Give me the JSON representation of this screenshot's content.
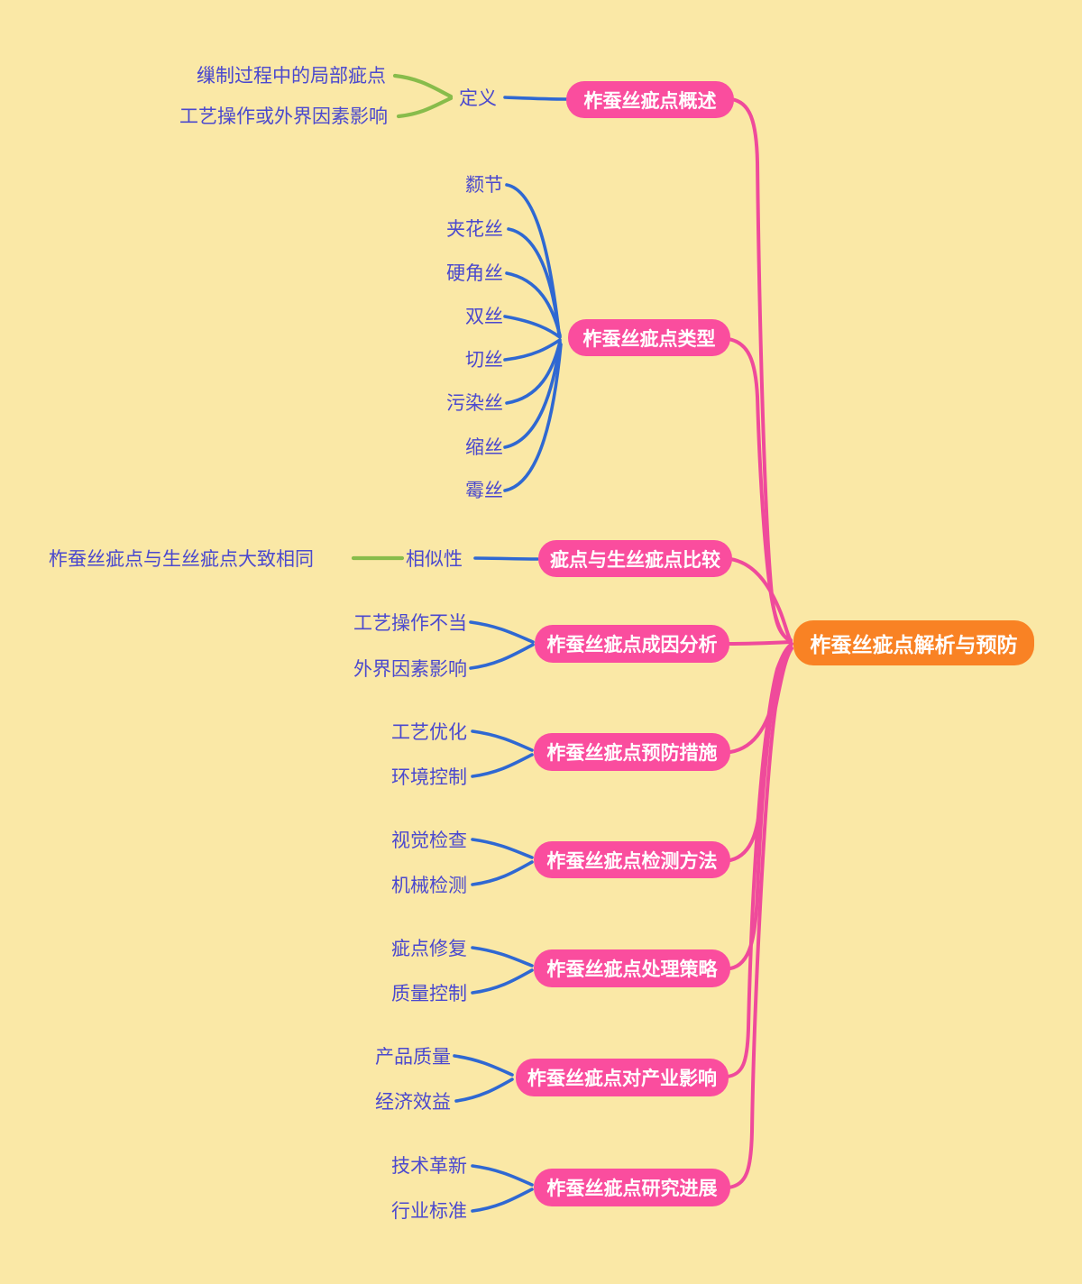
{
  "root": {
    "label": "柞蚕丝疵点解析与预防"
  },
  "branches": [
    {
      "label": "柞蚕丝疵点概述",
      "children": [
        {
          "label": "定义",
          "children": [
            {
              "label": "缫制过程中的局部疵点"
            },
            {
              "label": "工艺操作或外界因素影响"
            }
          ]
        }
      ]
    },
    {
      "label": "柞蚕丝疵点类型",
      "children": [
        {
          "label": "颣节"
        },
        {
          "label": "夹花丝"
        },
        {
          "label": "硬角丝"
        },
        {
          "label": "双丝"
        },
        {
          "label": "切丝"
        },
        {
          "label": "污染丝"
        },
        {
          "label": "缩丝"
        },
        {
          "label": "霉丝"
        }
      ]
    },
    {
      "label": "疵点与生丝疵点比较",
      "children": [
        {
          "label": "相似性",
          "children": [
            {
              "label": "柞蚕丝疵点与生丝疵点大致相同"
            }
          ]
        }
      ]
    },
    {
      "label": "柞蚕丝疵点成因分析",
      "children": [
        {
          "label": "工艺操作不当"
        },
        {
          "label": "外界因素影响"
        }
      ]
    },
    {
      "label": "柞蚕丝疵点预防措施",
      "children": [
        {
          "label": "工艺优化"
        },
        {
          "label": "环境控制"
        }
      ]
    },
    {
      "label": "柞蚕丝疵点检测方法",
      "children": [
        {
          "label": "视觉检查"
        },
        {
          "label": "机械检测"
        }
      ]
    },
    {
      "label": "柞蚕丝疵点处理策略",
      "children": [
        {
          "label": "疵点修复"
        },
        {
          "label": "质量控制"
        }
      ]
    },
    {
      "label": "柞蚕丝疵点对产业影响",
      "children": [
        {
          "label": "产品质量"
        },
        {
          "label": "经济效益"
        }
      ]
    },
    {
      "label": "柞蚕丝疵点研究进展",
      "children": [
        {
          "label": "技术革新"
        },
        {
          "label": "行业标准"
        }
      ]
    }
  ],
  "colors": {
    "background": "#FAE8A6",
    "branch_node": "#FA4D9E",
    "root_node": "#F98224",
    "branch_edge": "#EF4A9B",
    "child_edge": "#2F68D2",
    "grandchild_edge": "#88BC4B",
    "label_text": "#4B49CE",
    "node_text": "#FFFFFF"
  }
}
